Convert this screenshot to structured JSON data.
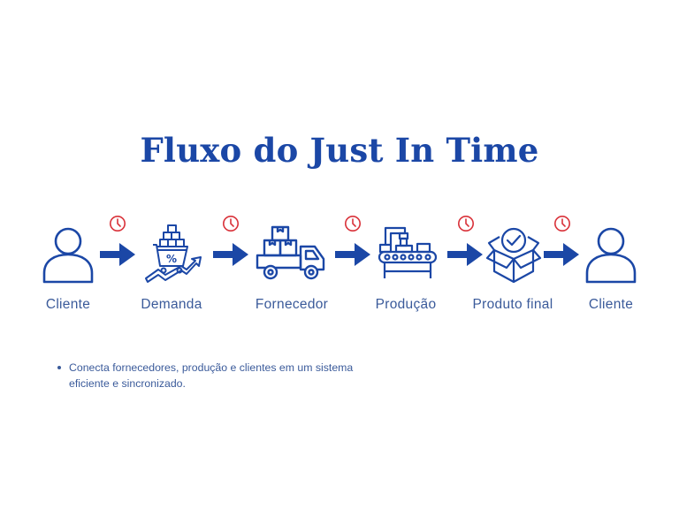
{
  "title": "Fluxo do Just In Time",
  "colors": {
    "primary": "#1b47a6",
    "label": "#3a5a9a",
    "clock": "#d9323a",
    "background": "#ffffff"
  },
  "flow": {
    "steps": [
      {
        "label": "Cliente",
        "icon": "person-icon"
      },
      {
        "label": "Demanda",
        "icon": "shopping-cart-growth-icon"
      },
      {
        "label": "Fornecedor",
        "icon": "delivery-truck-icon"
      },
      {
        "label": "Produção",
        "icon": "conveyor-production-icon"
      },
      {
        "label": "Produto final",
        "icon": "approved-box-icon"
      },
      {
        "label": "Cliente",
        "icon": "person-icon"
      }
    ],
    "connectors": [
      {
        "icon": "arrow-right-icon",
        "timer_icon": "clock-icon"
      },
      {
        "icon": "arrow-right-icon",
        "timer_icon": "clock-icon"
      },
      {
        "icon": "arrow-right-icon",
        "timer_icon": "clock-icon"
      },
      {
        "icon": "arrow-right-icon",
        "timer_icon": "clock-icon"
      },
      {
        "icon": "arrow-right-icon",
        "timer_icon": "clock-icon"
      }
    ]
  },
  "bullets": [
    "Conecta fornecedores, produção e clientes em um sistema eficiente e sincronizado."
  ]
}
